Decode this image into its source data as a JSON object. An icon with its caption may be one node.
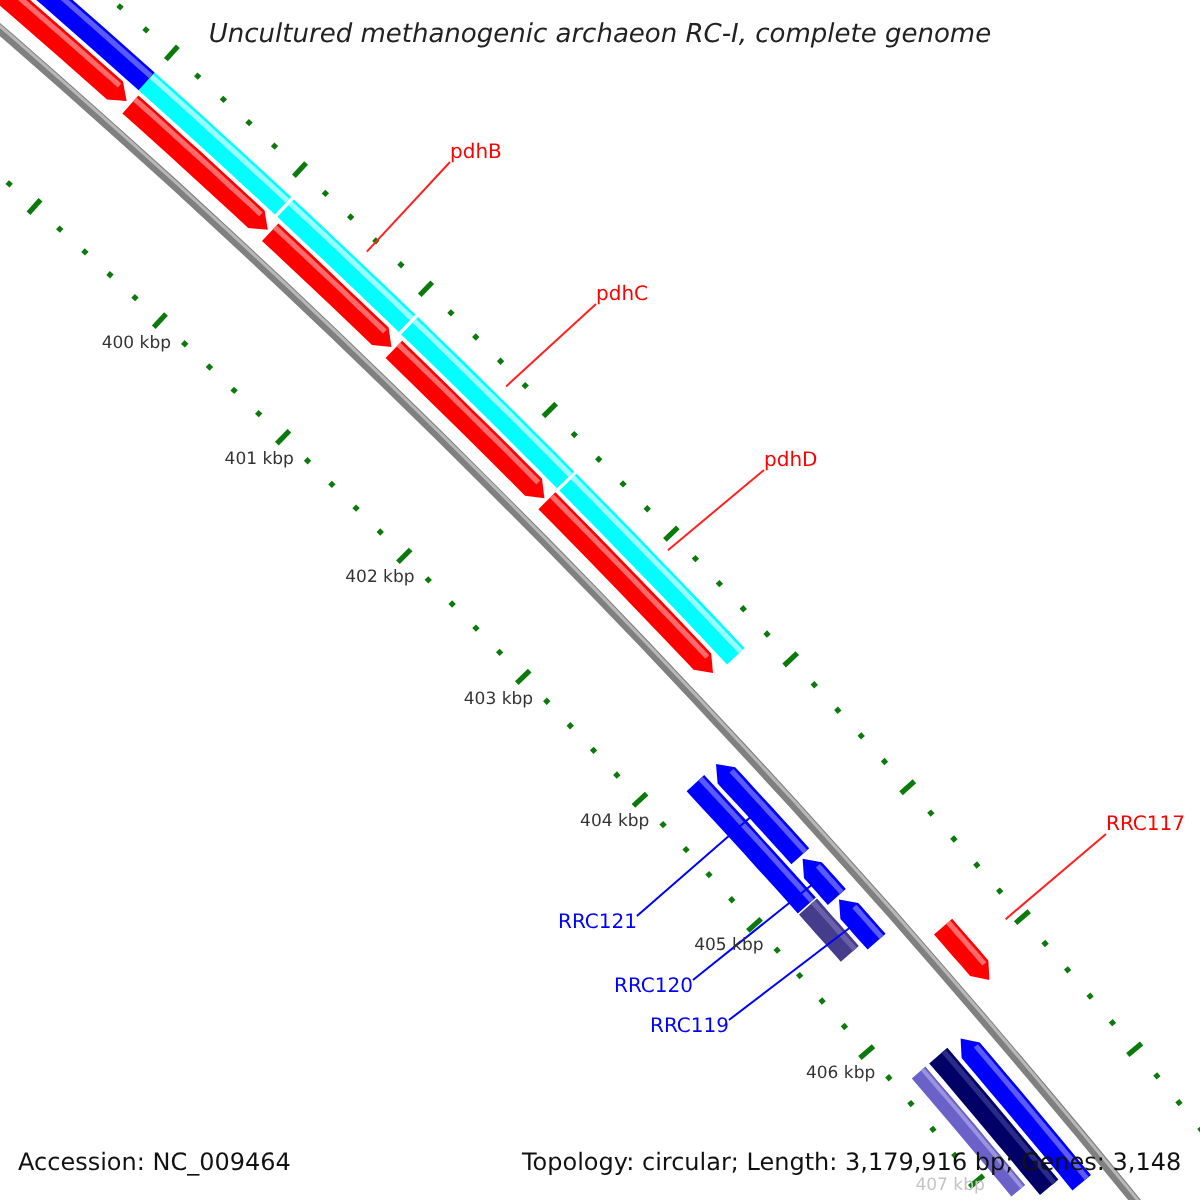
{
  "diagram": {
    "title": "Uncultured methanogenic archaeon RC-I, complete genome",
    "nodes": [
      {
        "text": [
          "pdhB"
        ]
      },
      {
        "text": [
          "pdhC"
        ]
      },
      {
        "text": [
          "pdhD"
        ]
      },
      {
        "text": [
          "RRC117"
        ]
      },
      {
        "text": [
          "RRC121"
        ]
      },
      {
        "text": [
          "RRC120"
        ]
      },
      {
        "text": [
          "RRC119"
        ]
      },
      {
        "text": [],
        "shape": "bar"
      },
      {
        "text": [],
        "shape": "arrow"
      },
      {
        "text": [],
        "shape": "bar"
      },
      {
        "text": [],
        "shape": "arrow"
      },
      {
        "text": [],
        "shape": "bar"
      },
      {
        "text": [],
        "shape": "arrow"
      },
      {
        "text": [],
        "shape": "bar"
      },
      {
        "text": [],
        "shape": "arrow"
      },
      {
        "text": [],
        "shape": "bar"
      },
      {
        "text": [],
        "shape": "arrow"
      },
      {
        "text": [],
        "shape": "arrow"
      },
      {
        "text": [],
        "shape": "bar"
      },
      {
        "text": [],
        "shape": "bar"
      },
      {
        "text": [],
        "shape": "arrow"
      },
      {
        "text": [],
        "shape": "arrow"
      },
      {
        "text": [],
        "shape": "arrow"
      },
      {
        "text": [],
        "shape": "bar"
      },
      {
        "text": [],
        "shape": "bar"
      },
      {
        "text": [],
        "shape": "arrow"
      }
    ],
    "edges": [
      {
        "from": 0,
        "to": 12,
        "arrow": "none"
      },
      {
        "from": 1,
        "to": 14,
        "arrow": "none"
      },
      {
        "from": 2,
        "to": 16,
        "arrow": "none"
      },
      {
        "from": 3,
        "to": 22,
        "arrow": "none"
      },
      {
        "from": 4,
        "to": 17,
        "arrow": "none",
        "color": "#0000ff"
      },
      {
        "from": 5,
        "to": 20,
        "arrow": "none",
        "color": "#0000ff"
      },
      {
        "from": 6,
        "to": 21,
        "arrow": "none",
        "color": "#0000ff"
      }
    ],
    "labels": [
      "400 kbp",
      "401 kbp",
      "402 kbp",
      "403 kbp",
      "404 kbp",
      "405 kbp",
      "406 kbp",
      "Accession: NC_009464",
      "Topology: circular; Length: 3,179,916 bp; Genes: 3,148",
      "407 kbp"
    ]
  }
}
